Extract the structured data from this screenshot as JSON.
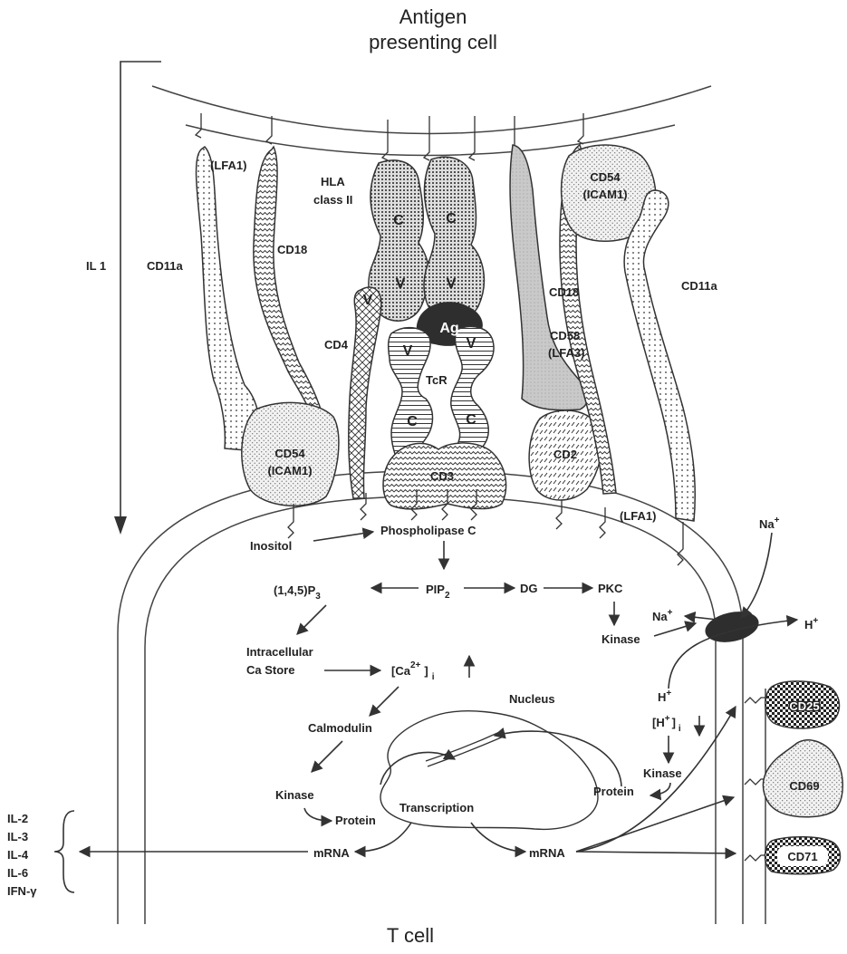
{
  "titles": {
    "apc_line1": "Antigen",
    "apc_line2": "presenting cell",
    "tcell": "T cell"
  },
  "side": {
    "il1": "IL 1"
  },
  "molecules": {
    "lfa1_left": "(LFA1)",
    "cd11a_left": "CD11a",
    "cd18_left": "CD18",
    "hla_line1": "HLA",
    "hla_line2": "class II",
    "c_apc1": "C",
    "c_apc2": "C",
    "v_apc1": "V",
    "v_apc2": "V",
    "ag": "Ag",
    "cd4": "CD4",
    "v_cd4": "V",
    "v_tcr1": "V",
    "v_tcr2": "V",
    "tcr": "TcR",
    "c_tcr1": "C",
    "c_tcr2": "C",
    "cd3": "CD3",
    "cd54_left_1": "CD54",
    "cd54_left_2": "(ICAM1)",
    "cd58_1": "CD58",
    "cd58_2": "(LFA3)",
    "cd18_right": "CD18",
    "cd2": "CD2",
    "cd54_right_1": "CD54",
    "cd54_right_2": "(ICAM1)",
    "cd11a_right": "CD11a",
    "lfa1_right": "(LFA1)"
  },
  "pathway": {
    "inositol": "Inositol",
    "plc": "Phospholipase C",
    "ip3_pre": "(1,4,5)P",
    "ip3_sub": "3",
    "pip2_pre": "PIP",
    "pip2_sub": "2",
    "dg": "DG",
    "pkc": "PKC",
    "kinase1": "Kinase",
    "intra_1": "Intracellular",
    "intra_2": "Ca Store",
    "ca_open": "[Ca",
    "ca_sup": "2+",
    "ca_close": "]",
    "ca_sub": "i",
    "nucleus": "Nucleus",
    "calmodulin": "Calmodulin",
    "kinase2": "Kinase",
    "protein_left": "Protein",
    "transcription": "Transcription",
    "protein_right": "Protein",
    "mrna_left": "mRNA",
    "mrna_right": "mRNA",
    "kinase3": "Kinase",
    "na_out": "Na",
    "na_in": "Na",
    "h_out": "H",
    "h_in": "H",
    "hi_open": "[H",
    "hi_close": "]",
    "hi_sub": "i",
    "plus": "+"
  },
  "receptors": {
    "cd25": "CD25",
    "cd69": "CD69",
    "cd71": "CD71"
  },
  "cytokines": [
    "IL-2",
    "IL-3",
    "IL-4",
    "IL-6",
    "IFN-γ"
  ]
}
